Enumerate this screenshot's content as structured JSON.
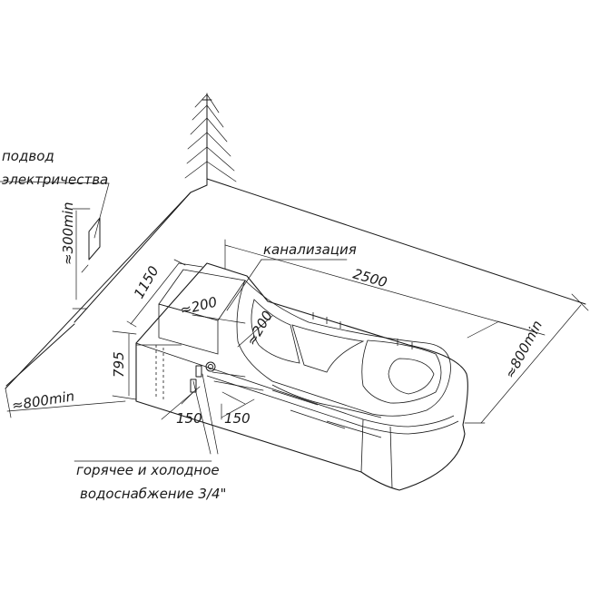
{
  "labels": {
    "power": [
      "подвод",
      "электричества"
    ],
    "power_height": "≈300min",
    "sewer": "канализация",
    "water": [
      "горячее и холодное",
      "водоснабжение 3/4\""
    ]
  },
  "dimensions": {
    "length": "2500",
    "width": "1150",
    "height": "795",
    "wall_left": "≈800min",
    "wall_right": "≈800min",
    "sewer_zone_1": "≈200",
    "sewer_zone_2": "≈200",
    "pipe_left": "150",
    "pipe_right": "150"
  }
}
